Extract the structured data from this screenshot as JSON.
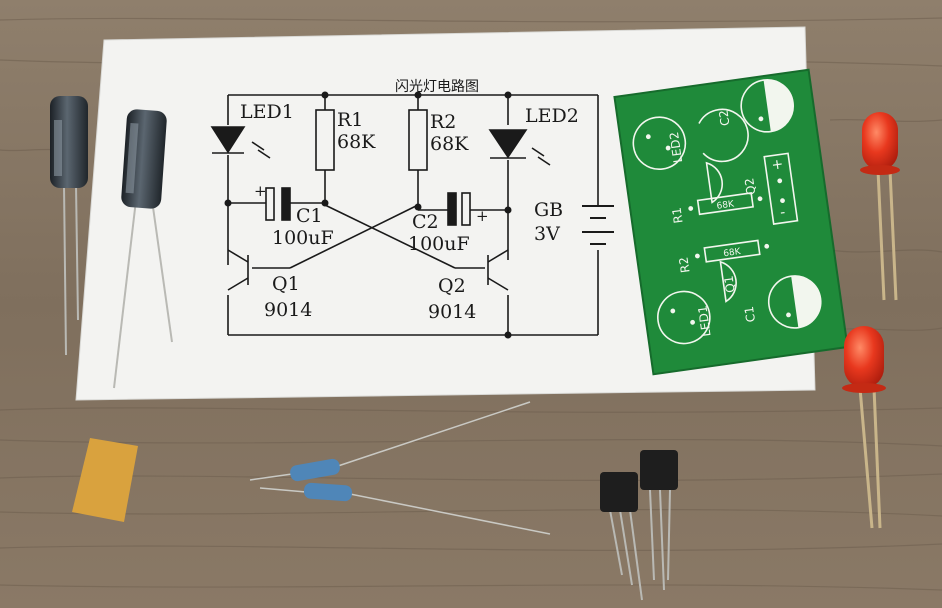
{
  "schematic": {
    "title": "闪光灯电路图",
    "led1": "LED1",
    "led2": "LED2",
    "r1_name": "R1",
    "r1_value": "68K",
    "r2_name": "R2",
    "r2_value": "68K",
    "c1_name": "C1",
    "c1_value": "100uF",
    "c2_name": "C2",
    "c2_value": "100uF",
    "q1_name": "Q1",
    "q1_value": "9014",
    "q2_name": "Q2",
    "q2_value": "9014",
    "gb_name": "GB",
    "gb_value": "3V",
    "plus": "+"
  },
  "pcb": {
    "led2": "LED2",
    "led1": "LED1",
    "c2": "C2",
    "c1": "C1",
    "q2": "Q2",
    "q1": "Q1",
    "r1": "R1",
    "r2": "R2",
    "r_value": "68K",
    "plus": "+",
    "minus": "-"
  },
  "colors": {
    "wood": "#8a7a68",
    "paper": "#f3f3f1",
    "pcb_green": "#1f8a3a",
    "led_red": "#e0321c",
    "capacitor": "#2b3238"
  }
}
